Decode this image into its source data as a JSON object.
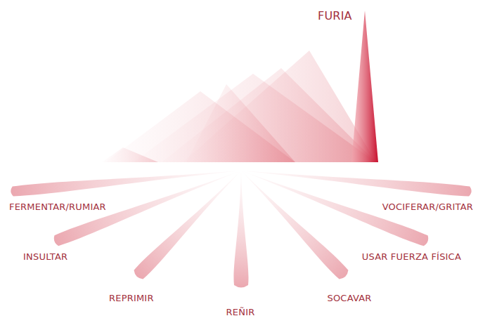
{
  "diagram": {
    "labels": [
      "FURIA",
      "FERMENTAR/RUMIAR",
      "INSULTAR",
      "REPRIMIR",
      "REÑIR",
      "SOCAVAR",
      "USAR FUERZA FÍSICA",
      "VOCIFERAR/GRITAR"
    ]
  }
}
